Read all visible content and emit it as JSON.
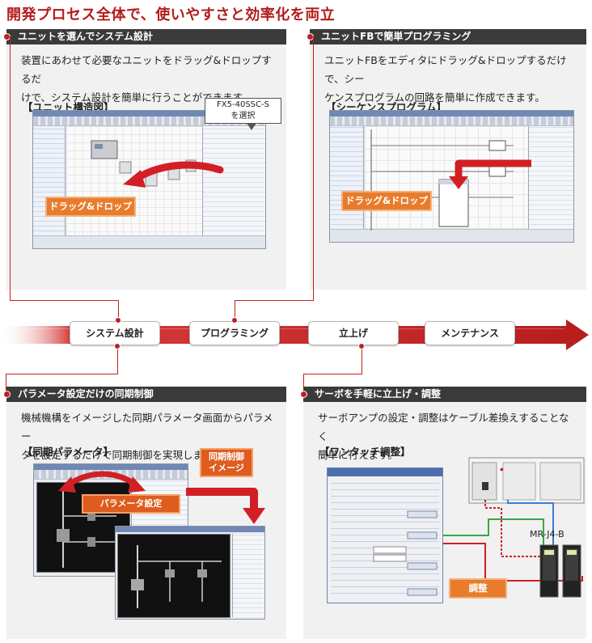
{
  "page_title": "開発プロセス全体で、使いやすさと効率化を両立",
  "panels": {
    "system_design": {
      "heading": "ユニットを選んでシステム設計",
      "desc_line1": "装置にあわせて必要なユニットをドラッグ&ドロップするだ",
      "desc_line2": "けで、システム設計を簡単に行うことができます。",
      "shot_label": "【ユニット構造図】",
      "callout_line1": "FX5-40SSC-S",
      "callout_line2": "を選択",
      "drag_label": "ドラッグ&ドロップ"
    },
    "programming": {
      "heading": "ユニットFBで簡単プログラミング",
      "desc_line1": "ユニットFBをエディタにドラッグ&ドロップするだけで、シー",
      "desc_line2": "ケンスプログラムの回路を簡単に作成できます。",
      "shot_label": "【シーケンスプログラム】",
      "drag_label": "ドラッグ&ドロップ"
    },
    "sync_control": {
      "heading": "パラメータ設定だけの同期制御",
      "desc_line1": "機械機構をイメージした同期パラメータ画面からパラメー",
      "desc_line2": "タを設定するだけで同期制御を実現します。",
      "shot_label": "【同期パラメータ】",
      "param_label": "パラメータ設定",
      "image_label_line1": "同期制御",
      "image_label_line2": "イメージ"
    },
    "servo_startup": {
      "heading": "サーボを手軽に立上げ・調整",
      "desc_line1": "サーボアンプの設定・調整はケーブル差換えすることなく",
      "desc_line2": "簡単に行えます。",
      "shot_label": "【ワンタッチ調整】",
      "adjust_label": "調整",
      "device_label": "MR-J4-B"
    }
  },
  "process_steps": [
    {
      "label": "システム設計"
    },
    {
      "label": "プログラミング"
    },
    {
      "label": "立上げ"
    },
    {
      "label": "メンテナンス"
    }
  ],
  "colors": {
    "accent_red": "#c41f1f",
    "title_red": "#b31b1b",
    "header_dark": "#3a3a3a",
    "panel_bg": "#f1f1f1",
    "orange_label": "#e87c2c"
  }
}
